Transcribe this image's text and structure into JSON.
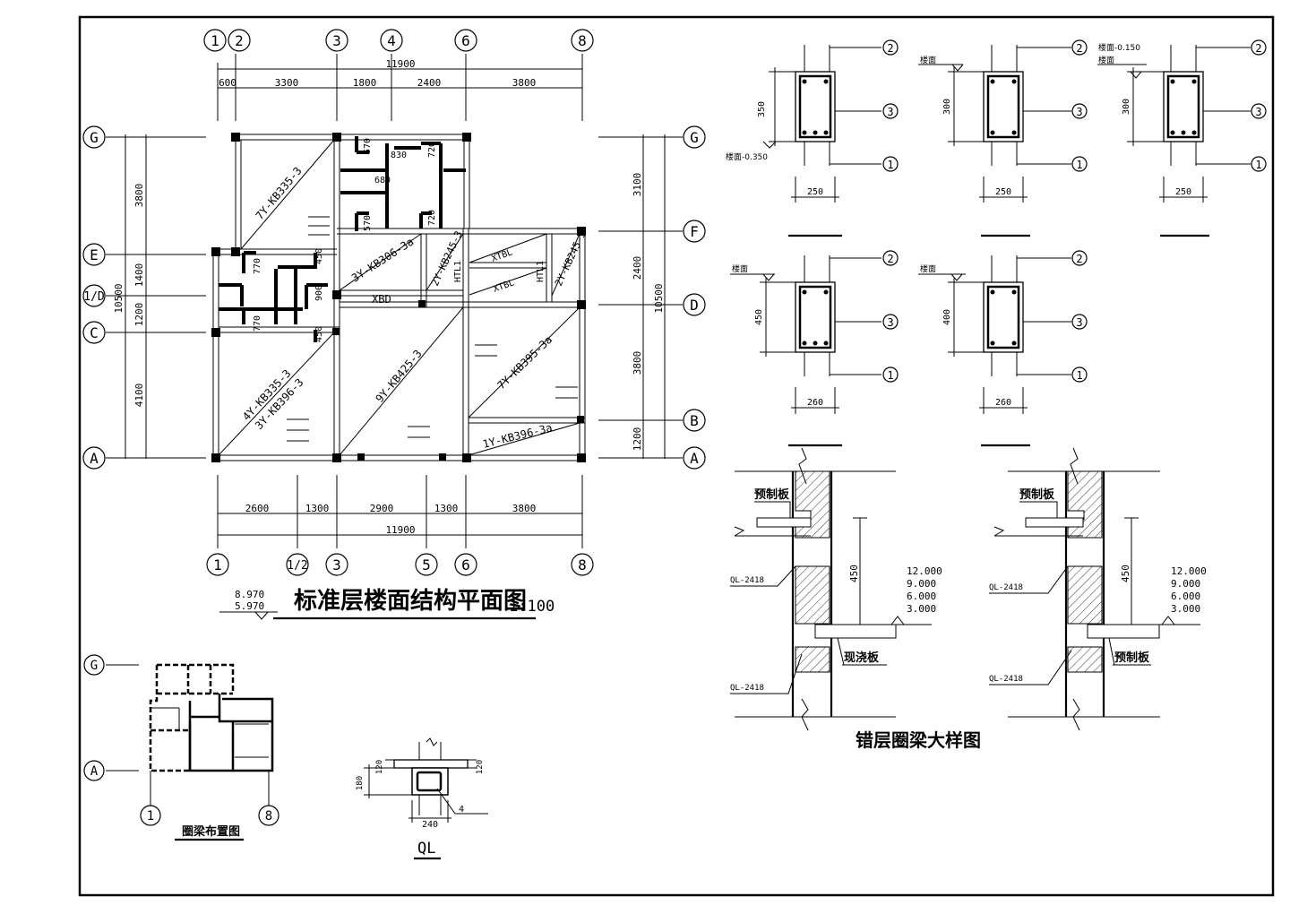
{
  "plan": {
    "title": "标准层楼面结构平面图",
    "scale": "1:100",
    "elev1": "8.970",
    "elev2": "5.970",
    "top_axes": [
      "1",
      "2",
      "3",
      "4",
      "6",
      "8"
    ],
    "bottom_axes": [
      "1",
      "1/2",
      "3",
      "5",
      "6",
      "8"
    ],
    "left_axes": [
      "G",
      "E",
      "1/D",
      "C",
      "A"
    ],
    "right_axes": [
      "G",
      "F",
      "D",
      "B",
      "A"
    ],
    "top_total": "11900",
    "top_dims": [
      "600",
      "3300",
      "1800",
      "2400",
      "3800"
    ],
    "bottom_total": "11900",
    "bottom_dims": [
      "2600",
      "1300",
      "2900",
      "1300",
      "3800"
    ],
    "left_total": "10500",
    "left_dims": [
      "3800",
      "1400",
      "1200",
      "4100"
    ],
    "right_total": "10500",
    "right_dims": [
      "3100",
      "2400",
      "3800",
      "1200"
    ],
    "labels": {
      "kb1": "7Y-KB335-3",
      "kb2": "3Y-KB306-3a",
      "kb3": "4Y-KB335-3",
      "kb4": "3Y-KB396-3",
      "kb5": "9Y-KB425-3",
      "kb6": "7Y-KB395-3a",
      "kb7": "1Y-KB396-3a",
      "kb8": "2Y-KB245-3",
      "kb9": "2Y-KB245-3",
      "xbd": "XBD",
      "xtb1": "XTBL",
      "xtb2": "XTBL",
      "htl1": "HTL1",
      "htl2": "HTL1",
      "d570": "570",
      "d830": "830",
      "d720a": "720",
      "d680": "680",
      "d570b": "570",
      "d720b": "720",
      "d770a": "770",
      "d450a": "450",
      "d900": "900",
      "d770b": "770",
      "d450b": "450"
    }
  },
  "sections": {
    "s1": {
      "height": "350",
      "width": "250",
      "level": "楼面-0.350"
    },
    "s2": {
      "height": "300",
      "width": "250",
      "level": "楼面"
    },
    "s3": {
      "height": "300",
      "width": "250",
      "level": "楼面-0.150",
      "level2": "楼面"
    },
    "s4": {
      "height": "450",
      "width": "260",
      "level": "楼面"
    },
    "s5": {
      "height": "400",
      "width": "260",
      "level": "楼面"
    },
    "bubbles": [
      "2",
      "3",
      "1"
    ]
  },
  "ring_beam": {
    "title": "圈梁布置图",
    "axis_g": "G",
    "axis_a": "A",
    "axis_1": "1",
    "axis_8": "8"
  },
  "ql": {
    "title": "QL",
    "dim_120a": "120",
    "dim_120b": "120",
    "dim_180": "180",
    "dim_240": "240",
    "bar": "4"
  },
  "detail": {
    "title": "错层圈梁大样图",
    "left": {
      "precast": "预制板",
      "ql1": "QL-2418",
      "ql2": "QL-2418",
      "cast": "现浇板",
      "dim": "450",
      "levels": [
        "12.000",
        "9.000",
        "6.000",
        "3.000"
      ]
    },
    "right": {
      "precast": "预制板",
      "ql1": "QL-2418",
      "ql2": "QL-2418",
      "cast": "预制板",
      "dim": "450",
      "levels": [
        "12.000",
        "9.000",
        "6.000",
        "3.000"
      ]
    }
  }
}
